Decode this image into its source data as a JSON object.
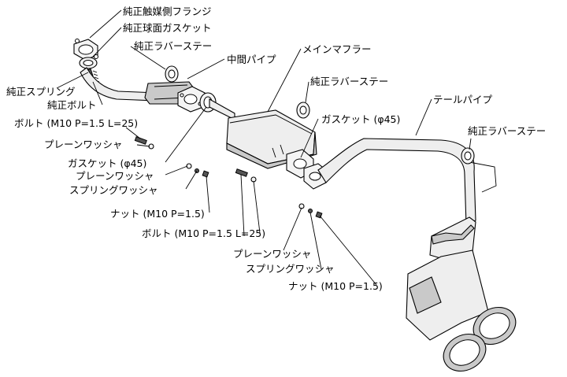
{
  "labels": {
    "oem_catalyst_flange": "純正触媒側フランジ",
    "oem_spherical_gasket": "純正球面ガスケット",
    "oem_rubber_stay_1": "純正ラバーステー",
    "center_pipe": "中間パイプ",
    "main_muffler": "メインマフラー",
    "oem_rubber_stay_2": "純正ラバーステー",
    "tail_pipe": "テールパイプ",
    "oem_spring": "純正スプリング",
    "oem_bolt": "純正ボルト",
    "bolt_1": "ボルト (M10 P=1.5 L=25)",
    "plain_washer_1": "プレーンワッシャ",
    "gasket_1": "ガスケット (φ45)",
    "plain_washer_2": "プレーンワッシャ",
    "spring_washer_1": "スプリングワッシャ",
    "nut_1": "ナット (M10 P=1.5)",
    "gasket_2": "ガスケット (φ45)",
    "oem_rubber_stay_3": "純正ラバーステー",
    "bolt_2": "ボルト (M10 P=1.5 L=25)",
    "plain_washer_3": "プレーンワッシャ",
    "spring_washer_2": "スプリングワッシャ",
    "nut_2": "ナット (M10 P=1.5)"
  }
}
